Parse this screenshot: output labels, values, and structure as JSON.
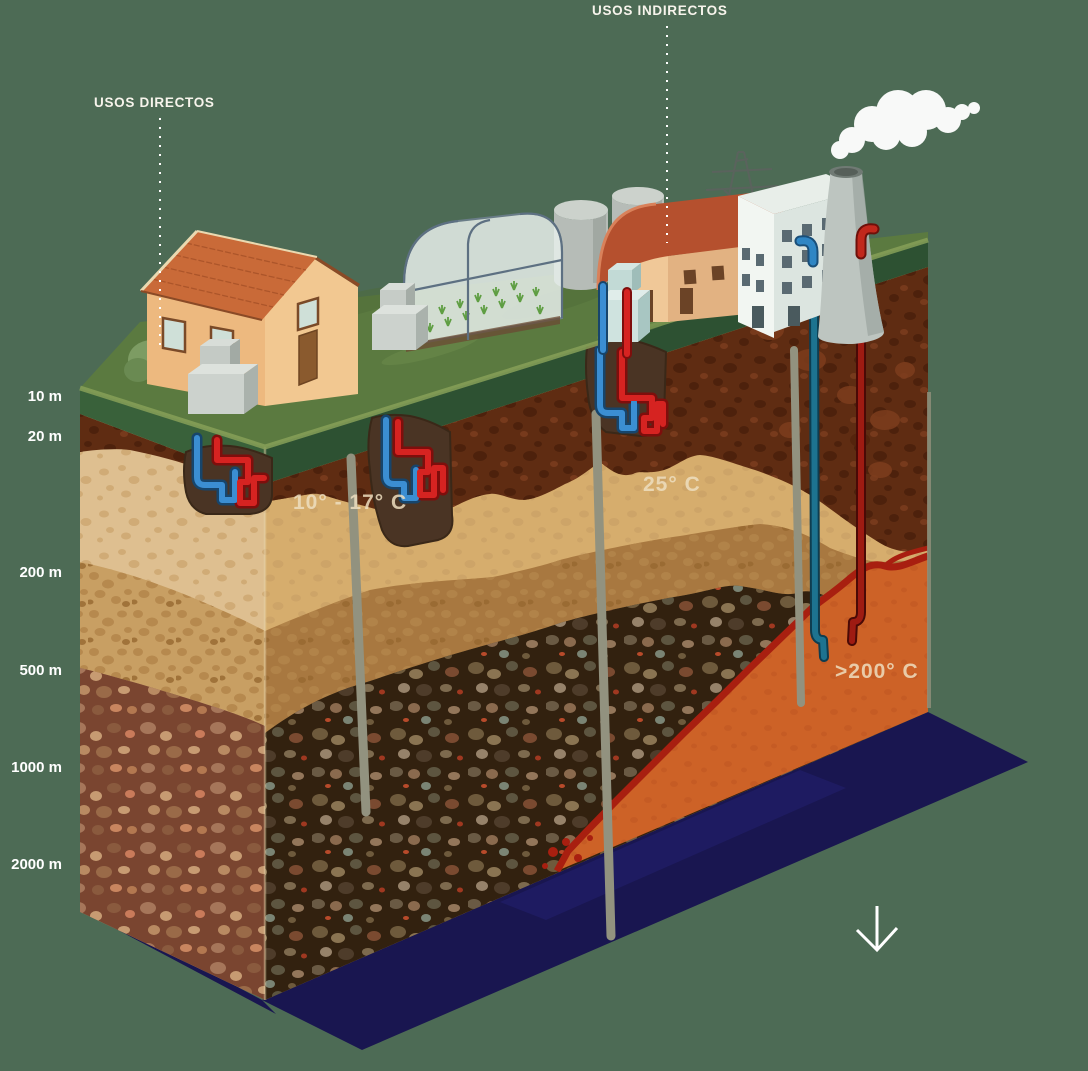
{
  "annotations": {
    "direct_uses_label": "USOS DIRECTOS",
    "indirect_uses_label": "USOS INDIRECTOS"
  },
  "depth_scale": {
    "unit": "m",
    "markers": [
      "10 m",
      "20 m",
      "200 m",
      "500 m",
      "1000 m",
      "2000 m"
    ]
  },
  "temperatures": {
    "shallow": "10° - 17° C",
    "medium": "25° C",
    "deep": ">200° C"
  },
  "icons": {
    "down_arrow": "scroll-down-arrow"
  },
  "scene": {
    "surface_buildings": [
      "house",
      "greenhouse",
      "storage-tanks",
      "barn",
      "factory",
      "cooling-tower",
      "power-pylon"
    ],
    "underground_features": [
      "ground-loops",
      "boreholes",
      "deep-wells",
      "magma-zone",
      "aquifer-plane"
    ]
  },
  "colors": {
    "background": "#4d6b55",
    "grass_top": "#5b7a40",
    "grass_edge": "#2d5132",
    "topsoil": "#5f2c12",
    "sand": "#d6ad6d",
    "clay": "#a87840",
    "conglomerate": "#32210f",
    "magma": "#cd6227",
    "magma_rim": "#a81f10",
    "aquifer": "#191650",
    "cold_pipe": "#3b8ed2",
    "hot_pipe": "#d62321",
    "deep_cold_pipe": "#1d7390",
    "deep_hot_pipe": "#9e1b12",
    "borehole": "#92927f",
    "label_text": "#ffffff",
    "temp_text": "#eddec0"
  }
}
